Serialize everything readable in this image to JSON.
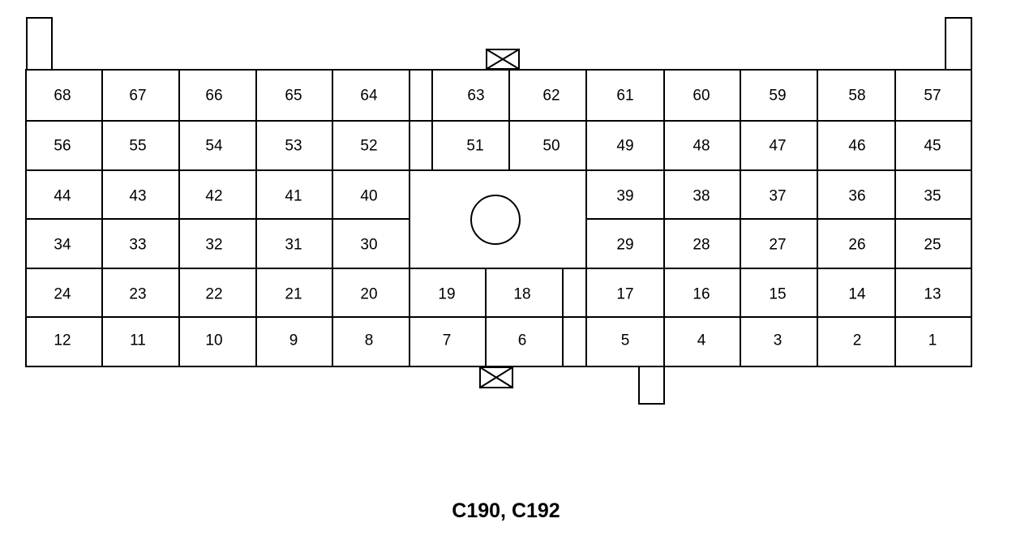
{
  "connector": {
    "caption": "C190, C192",
    "pins": {
      "row1": [
        "68",
        "67",
        "66",
        "65",
        "64",
        "63",
        "62",
        "61",
        "60",
        "59",
        "58",
        "57"
      ],
      "row2": [
        "56",
        "55",
        "54",
        "53",
        "52",
        "51",
        "50",
        "49",
        "48",
        "47",
        "46",
        "45"
      ],
      "row3": [
        "44",
        "43",
        "42",
        "41",
        "40",
        "39",
        "38",
        "37",
        "36",
        "35"
      ],
      "row4": [
        "34",
        "33",
        "32",
        "31",
        "30",
        "29",
        "28",
        "27",
        "26",
        "25"
      ],
      "row5": [
        "24",
        "23",
        "22",
        "21",
        "20",
        "19",
        "18",
        "17",
        "16",
        "15",
        "14",
        "13"
      ],
      "row6": [
        "12",
        "11",
        "10",
        "9",
        "8",
        "7",
        "6",
        "5",
        "4",
        "3",
        "2",
        "1"
      ]
    }
  }
}
